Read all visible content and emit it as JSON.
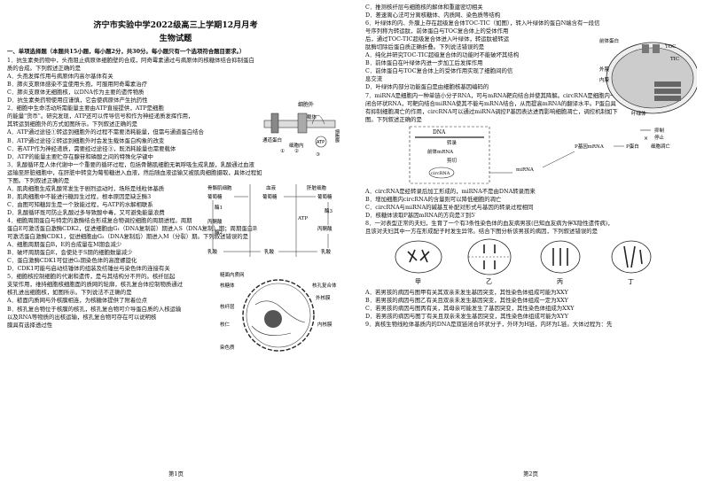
{
  "page1": {
    "title": "济宁市实验中学2022级高三上学期12月月考",
    "subtitle": "生物试题",
    "section": "一、单项选择题（本题共15小题，每小题2分，共30分。每小题只有一个选项符合题目要求。）",
    "q1": [
      "1．抗生素类药物中，头孢阻止病原体细胞壁的合成，阿奇霉素通过与病原体的核糖体结合抑制蛋白",
      "质的合成。下列叙述正确的是",
      "A．头孢发挥作用与病原体内高尔基体有关",
      "B．肺炎支原体感染不宜使用头孢，可服用阿奇霉素治疗",
      "C．肺炎支原体无细胞核，以DNA作为主要的遗传物质",
      "D．抗生素类药物使用应谨慎，它会使病原体产生抗药性"
    ],
    "q2": [
      "2．细胞中生命活动所需能量主要由ATP直接提供，ATP是细胞",
      "的能量\"货币\"。研究发现，ATP还可以传导信号和作为神经递质发挥作用，",
      "其转运到细胞外的方式如图所示。下列叙述正确的是",
      "A．ATP通过途径①转运到细胞外的过程不需要消耗能量，但需与通道蛋白结合",
      "B．ATP通过途径②转运到细胞外时会发生载体蛋白构象的改变",
      "C．若ATP作为神经递质，需要经过途径③，既消耗能量也需要载体",
      "D．ATP的能量主要贮存在腺苷和磷酸之间的特殊化学键中"
    ],
    "q3": [
      "3．乳酸循环是人体代谢中一个重要的循环过程，包括骨骼肌细胞无氧呼吸生成乳酸，乳酸通过血液",
      "运输至肝脏细胞中，在肝脏中转变为葡萄糖进入血液，然后随血液运输又被肌肉细胞摄取，具体过程如",
      "下图。下列叙述正确的是",
      "A．肌肉细胞生成乳酸常发生于剧烈运动时，场所是线粒体基质",
      "B．肌肉细胞中不能进行糖异生过程，根本原因是缺乏酶3",
      "C．由图可知糖异生是一个放能过程，与ATP的水解相联系",
      "D．乳酸循环既可防止乳酸过多导致酸中毒，又可避免能量浪费"
    ],
    "q4": [
      "4．细胞周期蛋白与特定的激酶结合形成复合物调控细胞的周期进程。周期",
      "蛋白E可激活蛋白激酶CDK2，促进细胞由G₁（DNA复制前）期进入S（DNA复制）期；周期蛋白B",
      "可激活蛋白激酶CDK1，促进细胞由G₂（DNA复制后）期进入M（分裂）期。下列叙述错误的是",
      "A．细胞周期蛋白B，E的合成量在M期会减少",
      "B．破坏周期蛋白E，会使处于S期的细胞数量减少",
      "C．蛋白激酶CDK1可促进G₂期染色体的高度螺旋化",
      "D．CDK1可能与启动纺锤体的组装及纺锤丝与染色体的连接有关"
    ],
    "q5": [
      "5．细胞核控制细胞的代谢和遗传，是与其结构分不开的。核纤层起",
      "支架作用，维持细胞核细胞面的质网的轮廓，核孔复合体控制物质通过",
      "核孔进出细胞核，如图所示。下列说法不正确的是",
      "A．糙面内质网与外核膜相连，为核糖体提供了附着位点",
      "B．核孔复合物位于核膜的核孔，核孔复合物可介导蛋白质的入核运输",
      "以及RNA等物质的出核运输，核孔复合物可存在可以说明核",
      "膜具有选择透过性"
    ],
    "footer": "第1页",
    "fig_atp": {
      "out": "细胞外",
      "carrier": "载体",
      "channel": "通道蛋白",
      "atp": "ATP",
      "in": "细胞内",
      "m1": "①",
      "m2": "②",
      "m3": "③",
      "vesicle": "细胞膜",
      "side": "细胞膜"
    },
    "fig_lactic": {
      "muscle": "骨骼肌细胞",
      "blood": "血液",
      "liver": "肝脏细胞",
      "glucose": "葡萄糖",
      "enzyme1": "酶1",
      "enzyme2": "酶2",
      "enzyme3": "酶3",
      "pyruvate": "丙酮酸",
      "lactic": "乳酸",
      "atp": "ATP"
    },
    "fig_nucleus": {
      "rough_er": "糙面内质网",
      "ribosome": "核糖体",
      "pore_complex": "核孔复合体",
      "outer": "外核膜",
      "lamina": "核纤层",
      "nucleolus": "核仁",
      "inner": "内核膜",
      "chromatin": "染色质"
    }
  },
  "page2": {
    "lines_top": [
      "C．推测核纤层与细胞核的解体和重建密切相关",
      "D．差速离心法可分离核糖体、内质网、染色质等结构"
    ],
    "q6": [
      "6．叶绿体的内、外膜上存在超级复合体TOC-TIC（如图），转入叶绿体的蛋白N端含有一段信",
      "号序列称为转运肽，前体蛋白与TOC复合体上的受体作用",
      "后，通过TOC-TIC超级复合体进入叶绿体，转运肽被转运",
      "肽酶切除后蛋白质正确折叠。下列说法错误的是",
      "A．纯化并研究TOC-TIC超级复合体的功能时不能破坏其结构",
      "B．前体蛋白在叶绿体内进一步加工后发挥作用",
      "C．前体蛋白与TOC复合体上的受体作用实现了细胞间的信",
      "息交流",
      "D．叶绿体内部分功能蛋白是由细胞核基因编码的"
    ],
    "q7": [
      "7．miRNA是细胞内一种单链小分子RNA，可与mRNA靶向结合并使其降解。circRNA是细胞内一种",
      "闭合环状RNA，可靶向结合miRNA使其不能与mRNA结合，从而提高mRNA的翻译水平。P蛋白具",
      "有抑制细胞凋亡的作用，circRNA可以通过miRNA调控P基因表达进而影响细胞凋亡，调控机制如下",
      "图。下列叙述正确的是"
    ],
    "q7_opts": [
      "A．circRNA是经转录后加工形成的，miRNA不是由DNA转录而来",
      "B．增加细胞内circRNA的含量则可以降低细胞的凋亡",
      "C．circRNA与miRNA的碱基互补配对形式与基因的转录过程相同",
      "D．核糖体读取P基因mRNA的方向是3′到5′"
    ],
    "q8": [
      "8．一对表型正常的夫妇，生育了一个有3条性染色体的血友病男孩(已知血友病为伴X隐性遗传病)，",
      "且该对夫妇其中一方在形成配子时发生异常。结合下图分析该男孩的病因，下列叙述错误的是"
    ],
    "q8_opts": [
      "A．若男孩的病因与图甲有关其双亲未发生基因突变，其性染色体组成可能为XXY",
      "B．若男孩的病因与图乙有关且双亲未发生基因突变，其性染色体组成一定为XXY",
      "C．若男孩的病因与图丙有关，其母亲可能发生了基因突变，其性染色体组成为XXY",
      "D．若男孩的病因与图丁有关且双亲未发生基因突变，其性染色体组成可能为XYY"
    ],
    "q9": "9．真核生物线粒体基质内的DNA是双链闭合环状分子，外环为H链，内环为L链。大体过程为：先",
    "footer": "第2页",
    "fig_toc": {
      "toc": "TOC",
      "tic": "TIC",
      "precursor": "前体蛋白",
      "outer": "外膜",
      "inner": "内膜",
      "matrix": "叶绿体"
    },
    "fig_rna": {
      "dna": "DNA",
      "transcribe": "转录",
      "precursor": "前体mRNA",
      "cut": "剪切",
      "circ": "circRNA",
      "mirna": "miRNA",
      "p_gene": "P基因mRNA",
      "p_protein": "P蛋白",
      "apoptosis": "细胞凋亡",
      "inhibit": "抑制",
      "stop": "停止"
    },
    "fig_cells": [
      "甲",
      "乙",
      "丙",
      "丁"
    ]
  }
}
